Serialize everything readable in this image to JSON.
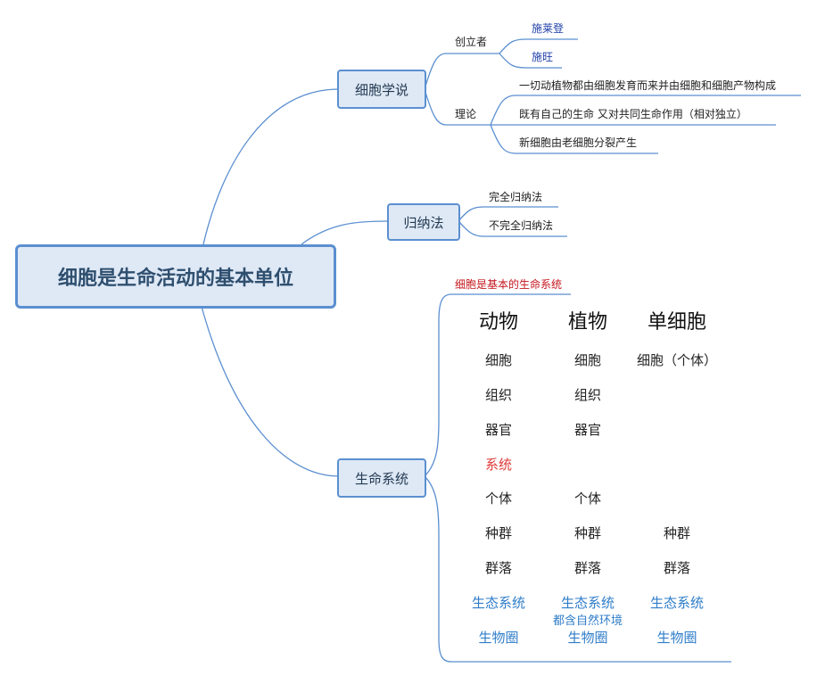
{
  "root": {
    "label": "细胞是生命活动的基本单位"
  },
  "cell_theory": {
    "label": "细胞学说",
    "founders": {
      "label": "创立者",
      "names": [
        "施莱登",
        "施旺"
      ]
    },
    "theory": {
      "label": "理论",
      "points": [
        "一切动植物都由细胞发育而来并由细胞和细胞产物构成",
        "既有自己的生命 又对共同生命作用（相对独立）",
        "新细胞由老细胞分裂产生"
      ]
    }
  },
  "induction": {
    "label": "归纳法",
    "items": [
      "完全归纳法",
      "不完全归纳法"
    ]
  },
  "life_system": {
    "label": "生命系统",
    "subtitle": "细胞是基本的生命系统",
    "columns": [
      "动物",
      "植物",
      "单细胞"
    ],
    "levels": {
      "animal": [
        "细胞",
        "组织",
        "器官",
        "系统",
        "个体",
        "种群",
        "群落",
        "生态系统",
        "生物圈"
      ],
      "plant": [
        "细胞",
        "组织",
        "器官",
        "",
        "个体",
        "种群",
        "群落",
        "生态系统",
        "生物圈"
      ],
      "unicellular": [
        "细胞（个体）",
        "",
        "",
        "",
        "",
        "种群",
        "群落",
        "生态系统",
        "生物圈"
      ]
    },
    "ecosystem_note": "都含自然环境"
  },
  "colors": {
    "branch_line": "#5b8fd0",
    "topic_fill": "#dfe9f6",
    "highlight_red": "#e03a3a",
    "highlight_blue": "#2f7dc9"
  }
}
